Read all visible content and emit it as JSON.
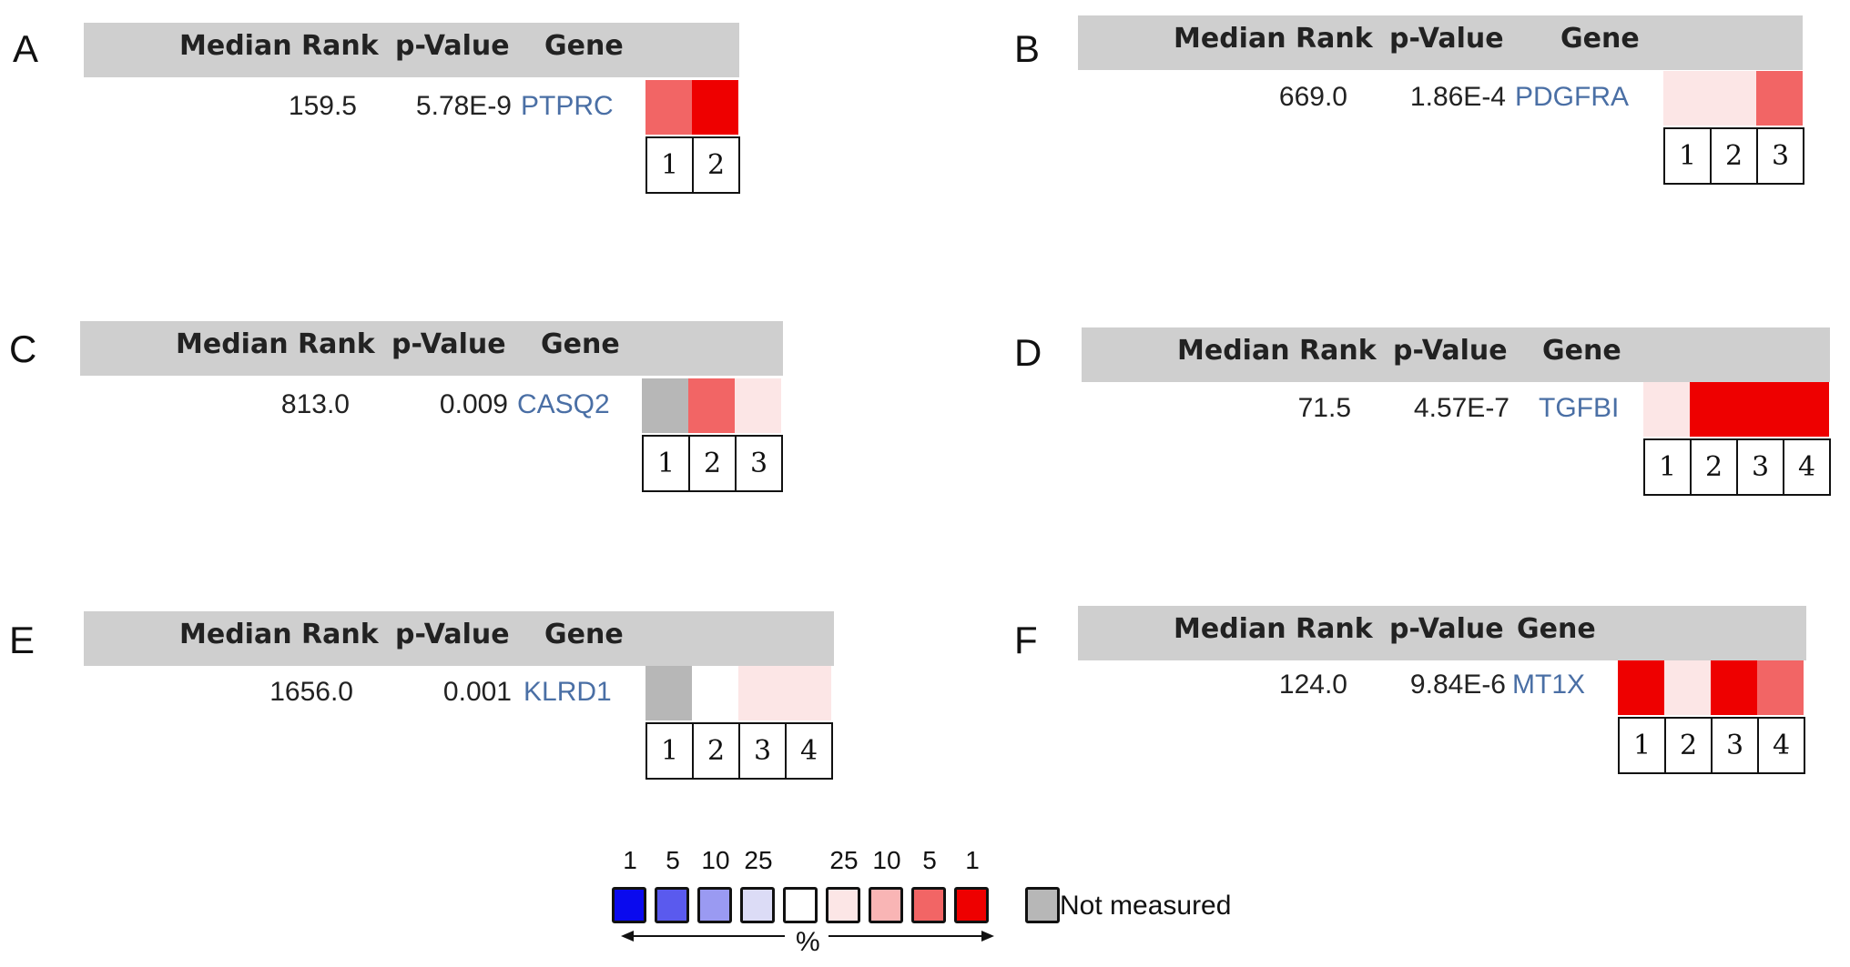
{
  "headers": {
    "median_rank": "Median Rank",
    "p_value": "p-Value",
    "gene": "Gene"
  },
  "panels": [
    {
      "letter": "A",
      "median_rank": "159.5",
      "p_value": "5.78E-9",
      "gene": "PTPRC",
      "cells": [
        {
          "label": "1",
          "color": "#f26565"
        },
        {
          "label": "2",
          "color": "#ee0000"
        }
      ]
    },
    {
      "letter": "B",
      "median_rank": "669.0",
      "p_value": "1.86E-4",
      "gene": "PDGFRA",
      "cells": [
        {
          "label": "1",
          "color": "#fce6e6"
        },
        {
          "label": "2",
          "color": "#fce6e6"
        },
        {
          "label": "3",
          "color": "#f26565"
        }
      ]
    },
    {
      "letter": "C",
      "median_rank": "813.0",
      "p_value": "0.009",
      "gene": "CASQ2",
      "cells": [
        {
          "label": "1",
          "color": "#b7b7b7"
        },
        {
          "label": "2",
          "color": "#f26565"
        },
        {
          "label": "3",
          "color": "#fce6e6"
        }
      ]
    },
    {
      "letter": "D",
      "median_rank": "71.5",
      "p_value": "4.57E-7",
      "gene": "TGFBI",
      "cells": [
        {
          "label": "1",
          "color": "#fce6e6"
        },
        {
          "label": "2",
          "color": "#ee0000"
        },
        {
          "label": "3",
          "color": "#ee0000"
        },
        {
          "label": "4",
          "color": "#ee0000"
        }
      ]
    },
    {
      "letter": "E",
      "median_rank": "1656.0",
      "p_value": "0.001",
      "gene": "KLRD1",
      "cells": [
        {
          "label": "1",
          "color": "#b7b7b7"
        },
        {
          "label": "2",
          "color": "#ffffff"
        },
        {
          "label": "3",
          "color": "#fce6e6"
        },
        {
          "label": "4",
          "color": "#fce6e6"
        }
      ]
    },
    {
      "letter": "F",
      "median_rank": "124.0",
      "p_value": "9.84E-6",
      "gene": "MT1X",
      "cells": [
        {
          "label": "1",
          "color": "#ee0000"
        },
        {
          "label": "2",
          "color": "#fce6e6"
        },
        {
          "label": "3",
          "color": "#ee0000"
        },
        {
          "label": "4",
          "color": "#f26565"
        }
      ]
    }
  ],
  "legend": {
    "top_labels": [
      "1",
      "5",
      "10",
      "25",
      "",
      "25",
      "10",
      "5",
      "1"
    ],
    "box_colors": [
      "#0a0aee",
      "#5a5aee",
      "#9a9af2",
      "#dcdcf6",
      "#ffffff",
      "#fce6e6",
      "#f9b5b5",
      "#f26565",
      "#ee0000"
    ],
    "not_measured_color": "#b7b7b7",
    "not_measured_label": "Not measured",
    "percent_label": "%"
  }
}
